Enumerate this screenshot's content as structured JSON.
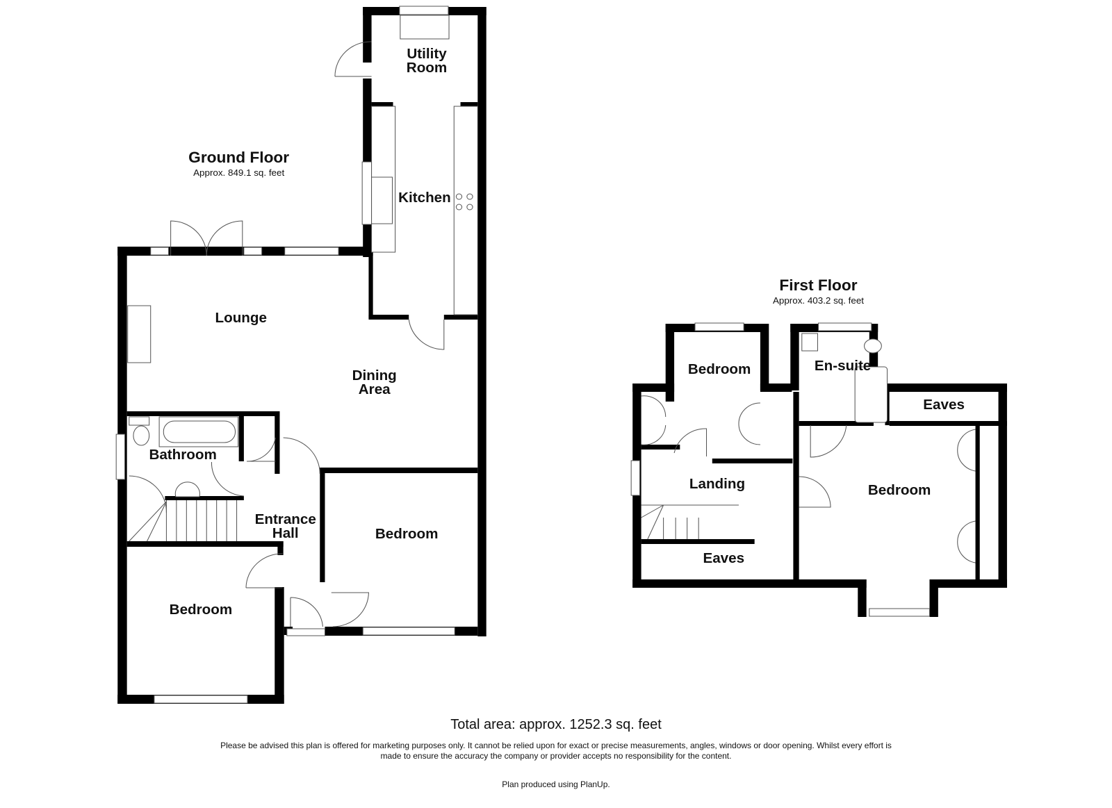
{
  "ground_floor": {
    "title": "Ground Floor",
    "area": "Approx. 849.1 sq. feet",
    "rooms": {
      "utility": [
        "Utility",
        "Room"
      ],
      "kitchen": "Kitchen",
      "lounge": "Lounge",
      "dining": [
        "Dining",
        "Area"
      ],
      "bathroom": "Bathroom",
      "entrance": [
        "Entrance",
        "Hall"
      ],
      "bedroom_right": "Bedroom",
      "bedroom_left": "Bedroom"
    }
  },
  "first_floor": {
    "title": "First Floor",
    "area": "Approx. 403.2 sq. feet",
    "rooms": {
      "bedroom_small": "Bedroom",
      "ensuite": "En-suite",
      "eaves_right": "Eaves",
      "landing": "Landing",
      "bedroom_main": "Bedroom",
      "eaves_left": "Eaves"
    }
  },
  "footer": {
    "total_area": "Total area: approx. 1252.3 sq. feet",
    "disclaimer_line1": "Please be advised this plan is offered for marketing purposes only. It cannot be relied upon for exact or precise measurements, angles, windows or door opening. Whilst every effort is",
    "disclaimer_line2": "made to ensure the accuracy the company or provider accepts no responsibility for the content.",
    "produced_by": "Plan produced using PlanUp."
  },
  "colors": {
    "wall": "#000000",
    "fixture_line": "#555555",
    "background": "#ffffff"
  }
}
